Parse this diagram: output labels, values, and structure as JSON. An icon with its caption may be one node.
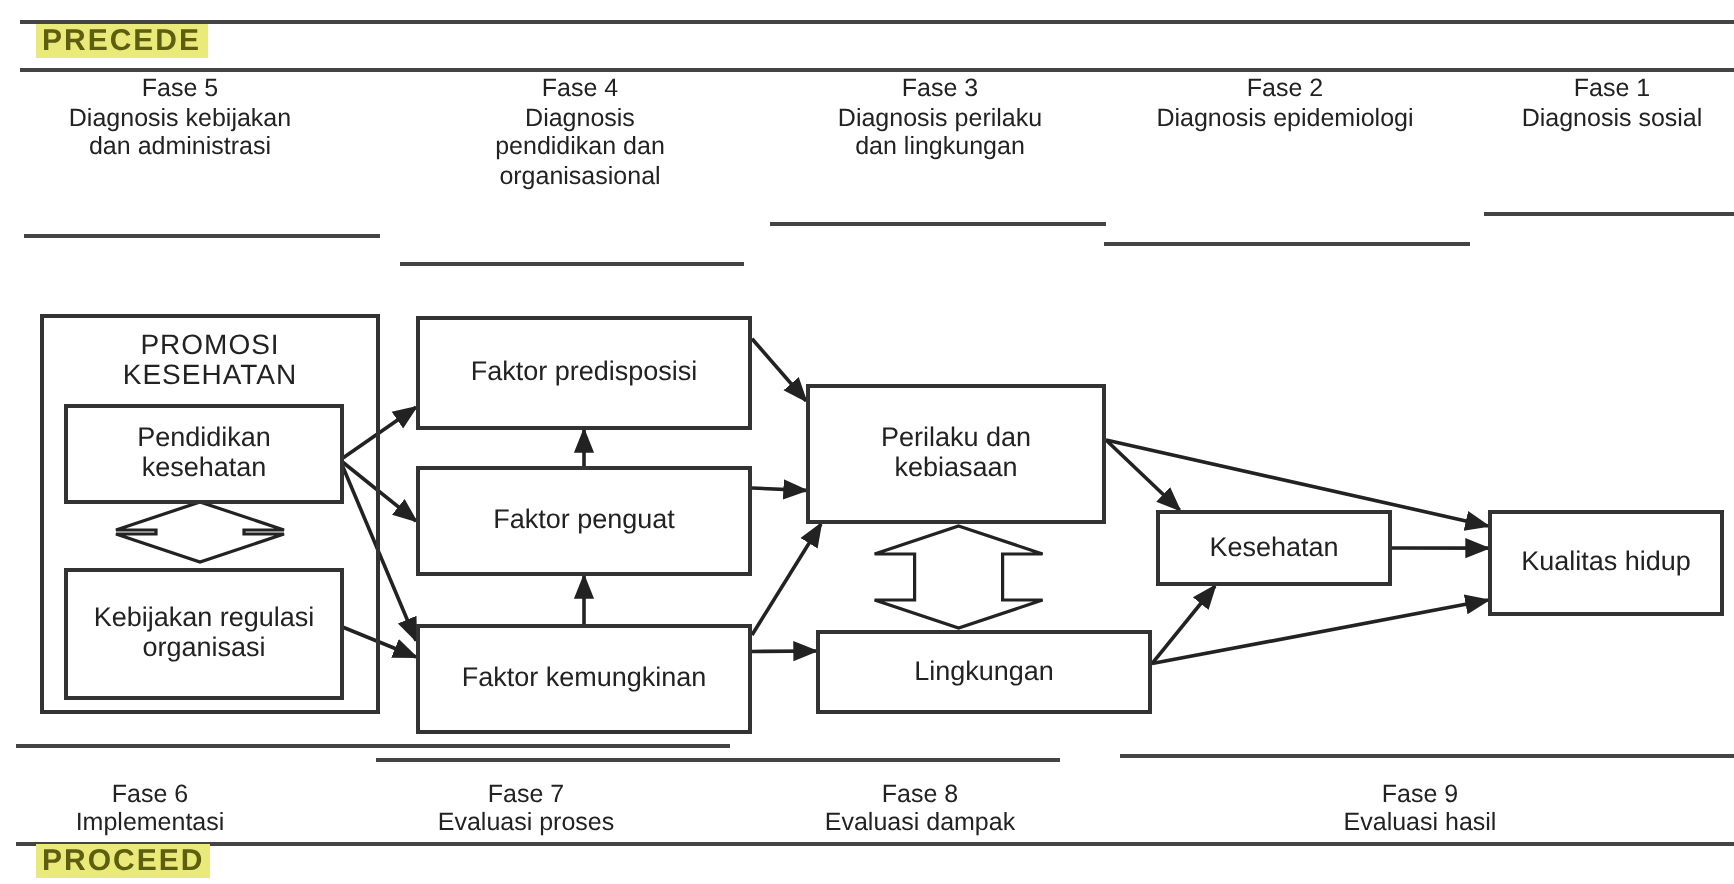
{
  "diagram": {
    "nodes": [
      {
        "text": [
          "PROMOSI KESEHATAN"
        ]
      },
      {
        "text": [
          "Pendidikan kesehatan"
        ],
        "in": 0
      },
      {
        "text": [
          "Kebijakan regulasi organisasi"
        ],
        "in": 0
      },
      {
        "text": [
          "Faktor predisposisi"
        ]
      },
      {
        "text": [
          "Faktor penguat"
        ]
      },
      {
        "text": [
          "Faktor kemungkinan"
        ]
      },
      {
        "text": [
          "Perilaku dan kebiasaan"
        ]
      },
      {
        "text": [
          "Lingkungan"
        ]
      },
      {
        "text": [
          "Kesehatan"
        ]
      },
      {
        "text": [
          "Kualitas hidup"
        ]
      }
    ],
    "edges": [
      {
        "from": 1,
        "to": 3,
        "arrow": "to"
      },
      {
        "from": 1,
        "to": 4,
        "arrow": "to"
      },
      {
        "from": 1,
        "to": 5,
        "arrow": "to"
      },
      {
        "from": 2,
        "to": 5,
        "arrow": "to"
      },
      {
        "from": 1,
        "to": 2,
        "arrow": "both",
        "style": "thick"
      },
      {
        "from": 4,
        "to": 3,
        "arrow": "to"
      },
      {
        "from": 5,
        "to": 4,
        "arrow": "to"
      },
      {
        "from": 3,
        "to": 6,
        "arrow": "to"
      },
      {
        "from": 4,
        "to": 6,
        "arrow": "to"
      },
      {
        "from": 5,
        "to": 6,
        "arrow": "to"
      },
      {
        "from": 5,
        "to": 7,
        "arrow": "to"
      },
      {
        "from": 6,
        "to": 7,
        "arrow": "both",
        "style": "thick"
      },
      {
        "from": 6,
        "to": 8,
        "arrow": "to"
      },
      {
        "from": 6,
        "to": 9,
        "arrow": "to"
      },
      {
        "from": 7,
        "to": 8,
        "arrow": "to"
      },
      {
        "from": 7,
        "to": 9,
        "arrow": "to"
      },
      {
        "from": 8,
        "to": 9,
        "arrow": "to"
      }
    ],
    "labels": [
      "PRECEDE",
      "Fase 5",
      "Diagnosis kebijakan dan administrasi",
      "Fase 4",
      "Diagnosis pendidikan dan organisasional",
      "Fase 3",
      "Diagnosis perilaku dan lingkungan",
      "Fase 2",
      "Diagnosis epidemiologi",
      "Fase 1",
      "Diagnosis sosial",
      "Fase 6",
      "Implementasi",
      "Fase 7",
      "Evaluasi proses",
      "Fase 8",
      "Evaluasi dampak",
      "Fase 9",
      "Evaluasi hasil",
      "PROCEED"
    ]
  }
}
